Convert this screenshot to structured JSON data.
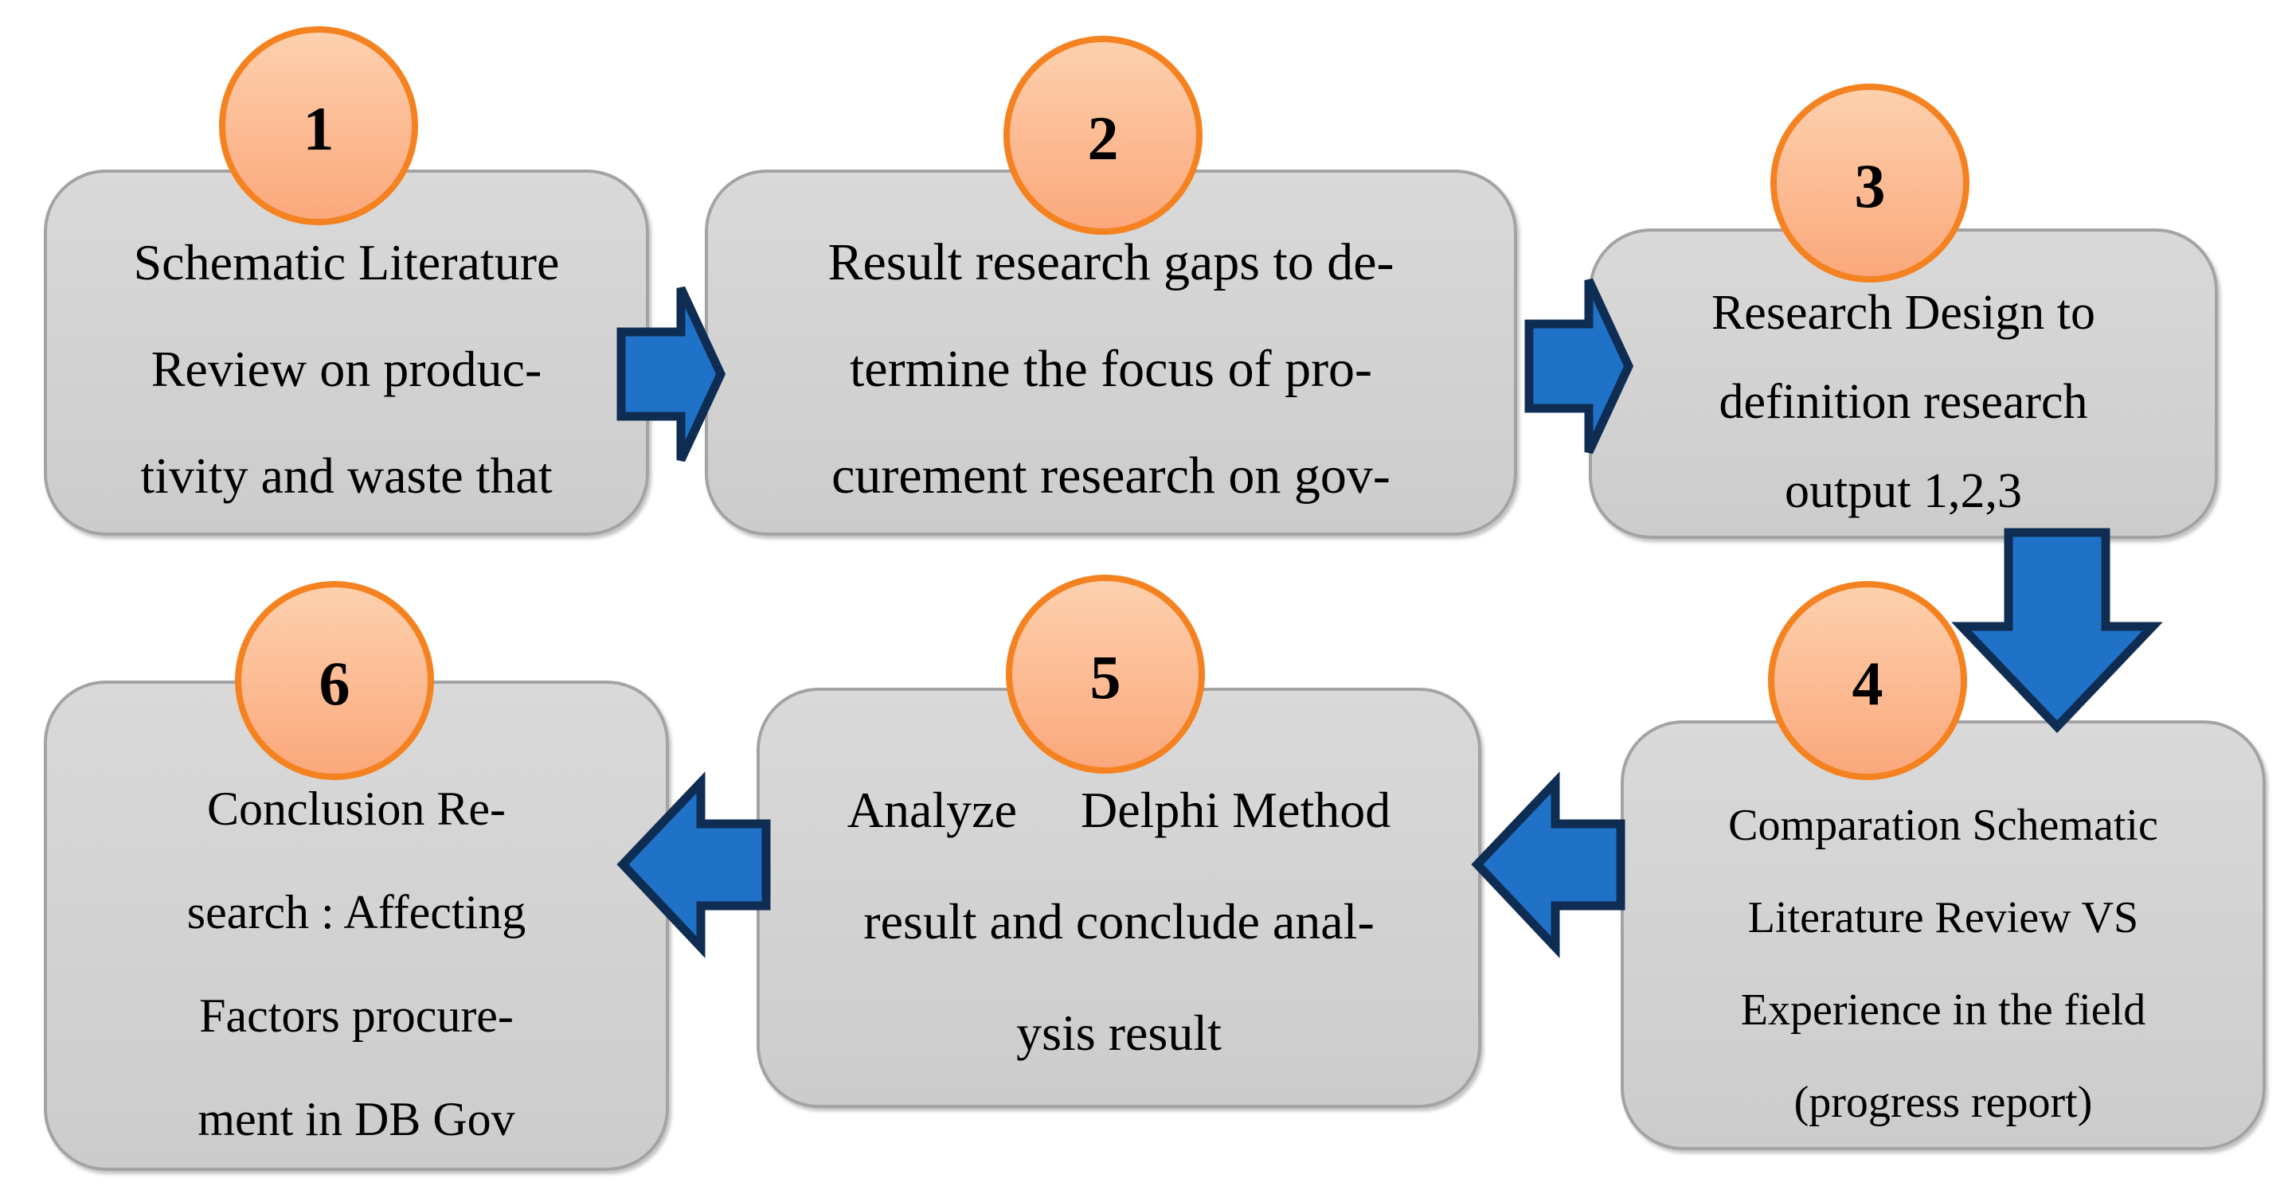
{
  "figure": {
    "type": "flowchart",
    "colors": {
      "background": "#ffffff",
      "box-fill-top": "#d9d9d9",
      "box-fill-bottom": "#cccccc",
      "box-border": "#a3a3a3",
      "badge-fill-top": "#fdd0ad",
      "badge-fill-bottom": "#fba87c",
      "badge-border": "#f58220",
      "arrow-fill": "#1f72c8",
      "arrow-border": "#0f2d52",
      "text": "#000000"
    }
  },
  "steps": [
    {
      "number": "1",
      "lines": [
        "Schematic Literature",
        "Review on produc-",
        "tivity and waste that"
      ]
    },
    {
      "number": "2",
      "lines": [
        "Result research gaps to de-",
        "termine the focus of pro-",
        "curement research on gov-"
      ]
    },
    {
      "number": "3",
      "lines": [
        "Research Design to",
        "definition research",
        "output 1,2,3"
      ]
    },
    {
      "number": "4",
      "lines": [
        "Comparation Schematic",
        "Literature Review VS",
        "Experience in the field",
        "(progress report)"
      ]
    },
    {
      "number": "5",
      "lines": [
        "Analyze     Delphi Method",
        "result and conclude anal-",
        "ysis result"
      ]
    },
    {
      "number": "6",
      "lines": [
        "Conclusion Re-",
        "search : Affecting",
        "Factors procure-",
        "ment in DB Gov"
      ]
    }
  ],
  "arrows": [
    {
      "from": "1",
      "to": "2",
      "direction": "right"
    },
    {
      "from": "2",
      "to": "3",
      "direction": "right"
    },
    {
      "from": "3",
      "to": "4",
      "direction": "down"
    },
    {
      "from": "4",
      "to": "5",
      "direction": "left"
    },
    {
      "from": "5",
      "to": "6",
      "direction": "left"
    }
  ]
}
